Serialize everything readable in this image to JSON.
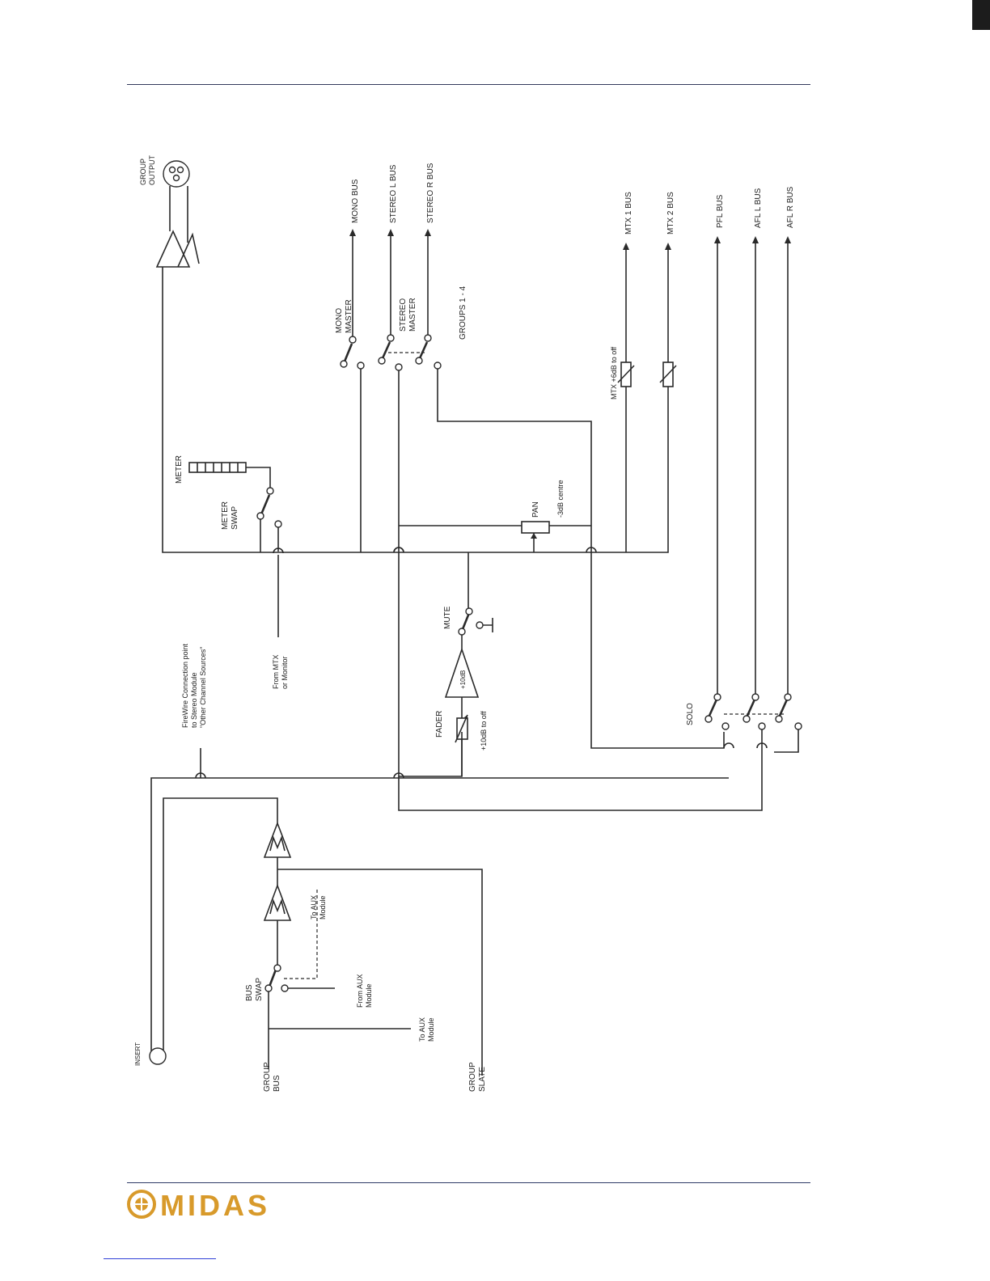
{
  "labels": {
    "group_output": [
      "GROUP",
      "OUTPUT"
    ],
    "mono_bus": "MONO BUS",
    "stereo_l_bus": "STEREO L BUS",
    "stereo_r_bus": "STEREO R BUS",
    "mtx1_bus": "MTX 1 BUS",
    "mtx2_bus": "MTX 2 BUS",
    "pfl_bus": "PFL BUS",
    "afl_l_bus": "AFL L BUS",
    "afl_r_bus": "AFL R BUS",
    "mono_master": [
      "MONO",
      "MASTER"
    ],
    "stereo_master": [
      "STEREO",
      "MASTER"
    ],
    "groups_1_4": "GROUPS 1 - 4",
    "mtx_level": "MTX +6dB to off",
    "meter": "METER",
    "meter_swap": [
      "METER",
      "SWAP"
    ],
    "pan": "PAN",
    "pan_law": "-3dB centre",
    "mute": "MUTE",
    "gain": "+10dB",
    "fader": "FADER",
    "fader_range": "+10dB to off",
    "firewire": [
      "FireWire Connection point",
      "to Stereo Module",
      "\"Other Channel Sources\""
    ],
    "from_mtx": [
      "From MTX",
      "or Monitor"
    ],
    "solo": "SOLO",
    "insert": "INSERT",
    "group_bus": [
      "GROUP",
      "BUS"
    ],
    "bus_swap": [
      "BUS",
      "SWAP"
    ],
    "from_aux": [
      "From AUX",
      "Module"
    ],
    "to_aux_top": [
      "To AUX",
      "Module"
    ],
    "to_aux_bottom": [
      "To AUX",
      "Module"
    ],
    "group_slate": [
      "GROUP",
      "SLATE"
    ]
  },
  "logo": {
    "text": "MIDAS",
    "color": "#d89a2b"
  },
  "colors": {
    "rule": "#333a5c",
    "link": "#2f3fd6"
  }
}
